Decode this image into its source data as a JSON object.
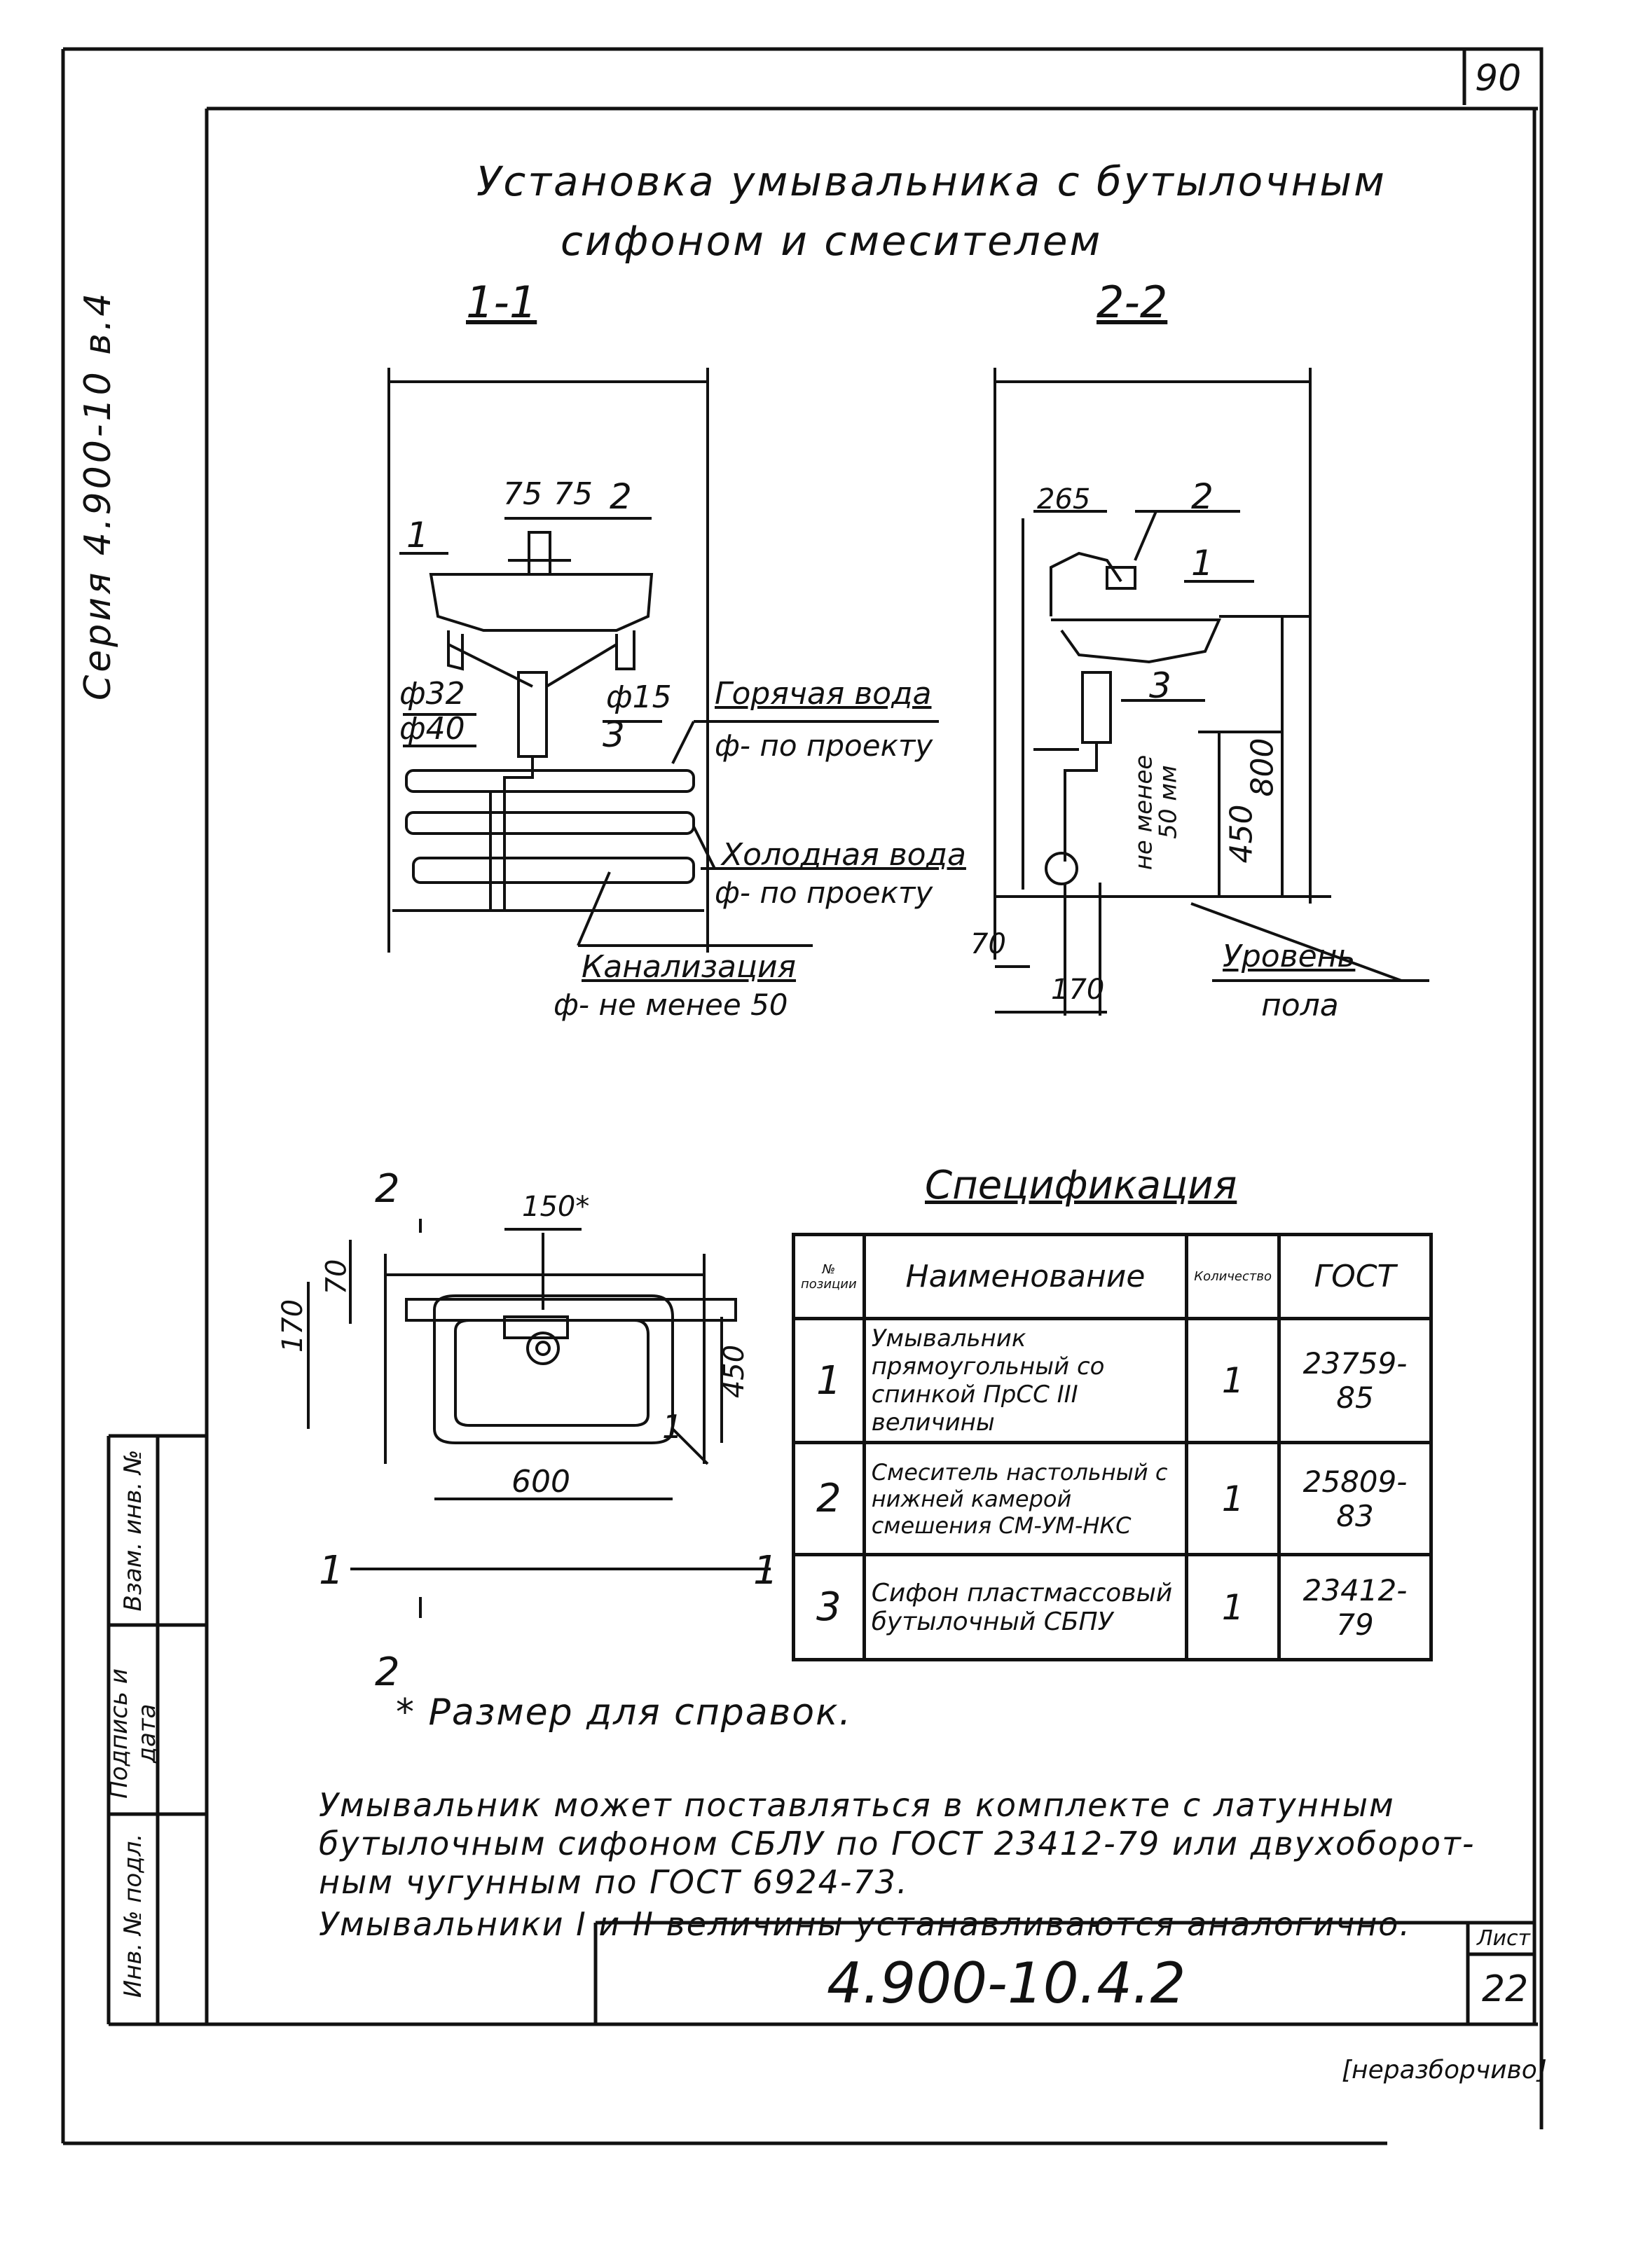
{
  "sheet_top_number": "90",
  "side_series_text": "Серия 4.900-10 в.4",
  "title": {
    "line1": "Установка умывальника с бутылочным",
    "line2": "сифоном и смесителем"
  },
  "section_labels": {
    "s11": "1-1",
    "s22": "2-2"
  },
  "section11": {
    "callout_1": "1",
    "callout_2": "2",
    "callout_3": "3",
    "dim_75a": "75",
    "dim_75b": "75",
    "dia_32": "ф32",
    "dia_40": "ф40",
    "dia_15": "ф15",
    "hot_water": "Горячая вода",
    "hot_water_dia": "ф- по проекту",
    "cold_water": "Холодная вода",
    "cold_water_dia": "ф- по проекту",
    "sewer": "Канализация",
    "sewer_dia": "ф- не менее 50"
  },
  "section22": {
    "dim_265": "265",
    "callout_1": "1",
    "callout_2": "2",
    "callout_3": "3",
    "dim_800": "800",
    "dim_450": "450",
    "not_less": "не менее",
    "dim_50mm": "50 мм",
    "dim_70": "70",
    "dim_170": "170",
    "floor_level_1": "Уровень",
    "floor_level_2": "пола"
  },
  "plan": {
    "cut_2_top": "2",
    "cut_2_bottom": "2",
    "cut_1_left": "1",
    "cut_1_right": "1",
    "dim_150": "150*",
    "dim_70": "70",
    "dim_170": "170",
    "dim_450": "450",
    "dim_600": "600",
    "callout_1": "1"
  },
  "spec": {
    "title": "Спецификация",
    "headers": {
      "pos": "№ позиции",
      "name": "Наименование",
      "qty": "Количество",
      "gost": "ГОСТ"
    },
    "rows": [
      {
        "pos": "1",
        "name": "Умывальник прямоугольный со спинкой ПрСС III величины",
        "qty": "1",
        "gost": "23759-85"
      },
      {
        "pos": "2",
        "name": "Смеситель настольный с нижней камерой смешения СМ-УМ-НКС",
        "qty": "1",
        "gost": "25809-83"
      },
      {
        "pos": "3",
        "name": "Сифон пластмассовый бутылочный СБПУ",
        "qty": "1",
        "gost": "23412-79"
      }
    ]
  },
  "footnote": "* Размер для справок.",
  "notes": [
    "Умывальник может поставляться в комплекте с латунным",
    "бутылочным сифоном СБЛУ по ГОСТ 23412-79 или двухоборот-",
    "ным чугунным по ГОСТ 6924-73.",
    "Умывальники I и II величины устанавливаются аналогично."
  ],
  "stamp": {
    "doc_code": "4.900-10.4.2",
    "sheet_label": "Лист",
    "sheet_number": "22"
  },
  "side_columns": [
    "Инв. № подл.",
    "Подпись и дата",
    "Взам. инв. №"
  ],
  "bottom_right_mark": "[неразборчиво]"
}
